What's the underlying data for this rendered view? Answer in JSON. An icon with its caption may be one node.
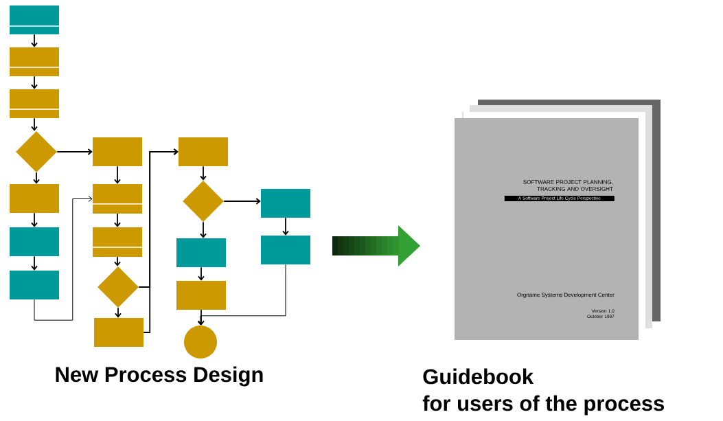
{
  "diagram": {
    "nodes": [
      {
        "text": [],
        "shape": "box"
      },
      {
        "text": [],
        "shape": "box"
      },
      {
        "text": [],
        "shape": "box"
      },
      {
        "text": [],
        "shape": "diamond"
      },
      {
        "text": [],
        "shape": "box"
      },
      {
        "text": [],
        "shape": "box"
      },
      {
        "text": [],
        "shape": "box"
      },
      {
        "text": [],
        "shape": "box"
      },
      {
        "text": [],
        "shape": "box"
      },
      {
        "text": [],
        "shape": "box"
      },
      {
        "text": [],
        "shape": "diamond"
      },
      {
        "text": [],
        "shape": "box"
      },
      {
        "text": [],
        "shape": "box"
      },
      {
        "text": [],
        "shape": "diamond"
      },
      {
        "text": [],
        "shape": "box"
      },
      {
        "text": [],
        "shape": "box"
      },
      {
        "text": [],
        "shape": "box"
      },
      {
        "text": [],
        "shape": "box"
      },
      {
        "text": [],
        "shape": "circle"
      },
      {
        "text": [
          "SOFTWARE PROJECT PLANNING, TRACKING AND OVERSIGHT",
          "A Software Project Life Cycle Perspective",
          "Orgname Systems Development Center",
          "Version 1.0 October 1997"
        ]
      }
    ],
    "edges": [
      {
        "from": 0,
        "to": 1,
        "arrow": "to"
      },
      {
        "from": 1,
        "to": 2,
        "arrow": "to"
      },
      {
        "from": 2,
        "to": 3,
        "arrow": "to"
      },
      {
        "from": 3,
        "to": 4,
        "arrow": "to"
      },
      {
        "from": 3,
        "to": 7,
        "arrow": "to"
      },
      {
        "from": 4,
        "to": 5,
        "arrow": "to"
      },
      {
        "from": 5,
        "to": 6,
        "arrow": "to"
      },
      {
        "from": 6,
        "to": 8,
        "arrow": "to"
      },
      {
        "from": 7,
        "to": 8,
        "arrow": "to"
      },
      {
        "from": 8,
        "to": 9,
        "arrow": "to"
      },
      {
        "from": 9,
        "to": 10,
        "arrow": "to"
      },
      {
        "from": 10,
        "to": 11,
        "arrow": "to"
      },
      {
        "from": 10,
        "to": 12,
        "arrow": "to"
      },
      {
        "from": 11,
        "to": 12,
        "arrow": "to"
      },
      {
        "from": 12,
        "to": 13,
        "arrow": "to"
      },
      {
        "from": 13,
        "to": 14,
        "arrow": "to"
      },
      {
        "from": 13,
        "to": 15,
        "arrow": "to"
      },
      {
        "from": 14,
        "to": 16,
        "arrow": "to"
      },
      {
        "from": 15,
        "to": 17,
        "arrow": "to"
      },
      {
        "from": 17,
        "to": 18,
        "arrow": "to"
      },
      {
        "from": 16,
        "to": 18,
        "arrow": "to"
      }
    ],
    "labels": [
      "New Process Design",
      "Guidebook",
      "for users of the process"
    ]
  }
}
